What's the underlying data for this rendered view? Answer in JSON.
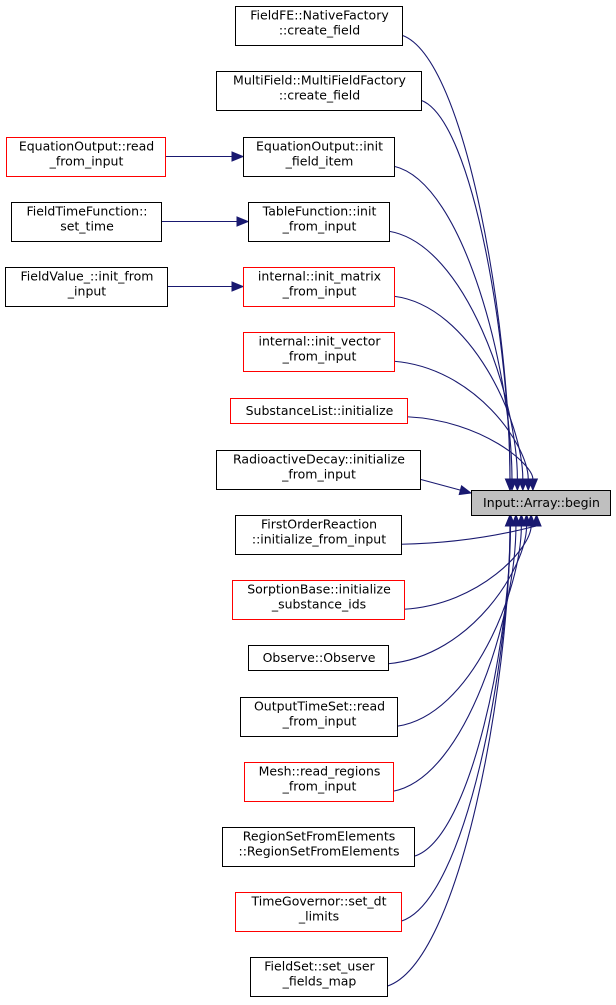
{
  "colors": {
    "edge": "#191970",
    "normal_border": "#000000",
    "truncated_border": "#ff0000",
    "root_fill": "#bfbfbf"
  },
  "root": {
    "id": "root",
    "lines": [
      "Input::Array::begin"
    ]
  },
  "nodes": [
    {
      "id": "n1",
      "lines": [
        "FieldFE::NativeFactory",
        "::create_field"
      ],
      "truncated": false
    },
    {
      "id": "n2",
      "lines": [
        "MultiField::MultiFieldFactory",
        "::create_field"
      ],
      "truncated": false
    },
    {
      "id": "n3",
      "lines": [
        "EquationOutput::init",
        "_field_item"
      ],
      "truncated": false
    },
    {
      "id": "n3a",
      "lines": [
        "EquationOutput::read",
        "_from_input"
      ],
      "truncated": true
    },
    {
      "id": "n4",
      "lines": [
        "TableFunction::init",
        "_from_input"
      ],
      "truncated": false
    },
    {
      "id": "n4a",
      "lines": [
        "FieldTimeFunction::",
        "set_time"
      ],
      "truncated": false
    },
    {
      "id": "n5",
      "lines": [
        "internal::init_matrix",
        "_from_input"
      ],
      "truncated": true
    },
    {
      "id": "n5a",
      "lines": [
        "FieldValue_::init_from",
        "_input"
      ],
      "truncated": false
    },
    {
      "id": "n6",
      "lines": [
        "internal::init_vector",
        "_from_input"
      ],
      "truncated": true
    },
    {
      "id": "n7",
      "lines": [
        "SubstanceList::initialize"
      ],
      "truncated": true
    },
    {
      "id": "n8",
      "lines": [
        "RadioactiveDecay::initialize",
        "_from_input"
      ],
      "truncated": false
    },
    {
      "id": "n9",
      "lines": [
        "FirstOrderReaction",
        "::initialize_from_input"
      ],
      "truncated": false
    },
    {
      "id": "n10",
      "lines": [
        "SorptionBase::initialize",
        "_substance_ids"
      ],
      "truncated": true
    },
    {
      "id": "n11",
      "lines": [
        "Observe::Observe"
      ],
      "truncated": false
    },
    {
      "id": "n12",
      "lines": [
        "OutputTimeSet::read",
        "_from_input"
      ],
      "truncated": false
    },
    {
      "id": "n13",
      "lines": [
        "Mesh::read_regions",
        "_from_input"
      ],
      "truncated": true
    },
    {
      "id": "n14",
      "lines": [
        "RegionSetFromElements",
        "::RegionSetFromElements"
      ],
      "truncated": false
    },
    {
      "id": "n15",
      "lines": [
        "TimeGovernor::set_dt",
        "_limits"
      ],
      "truncated": true
    },
    {
      "id": "n16",
      "lines": [
        "FieldSet::set_user",
        "_fields_map"
      ],
      "truncated": false
    }
  ],
  "edges": [
    {
      "from": "n3a",
      "to": "n3"
    },
    {
      "from": "n4a",
      "to": "n4"
    },
    {
      "from": "n5a",
      "to": "n5"
    },
    {
      "from": "n1",
      "to": "root"
    },
    {
      "from": "n2",
      "to": "root"
    },
    {
      "from": "n3",
      "to": "root"
    },
    {
      "from": "n4",
      "to": "root"
    },
    {
      "from": "n5",
      "to": "root"
    },
    {
      "from": "n6",
      "to": "root"
    },
    {
      "from": "n7",
      "to": "root"
    },
    {
      "from": "n8",
      "to": "root"
    },
    {
      "from": "n9",
      "to": "root"
    },
    {
      "from": "n10",
      "to": "root"
    },
    {
      "from": "n11",
      "to": "root"
    },
    {
      "from": "n12",
      "to": "root"
    },
    {
      "from": "n13",
      "to": "root"
    },
    {
      "from": "n14",
      "to": "root"
    },
    {
      "from": "n15",
      "to": "root"
    },
    {
      "from": "n16",
      "to": "root"
    }
  ]
}
